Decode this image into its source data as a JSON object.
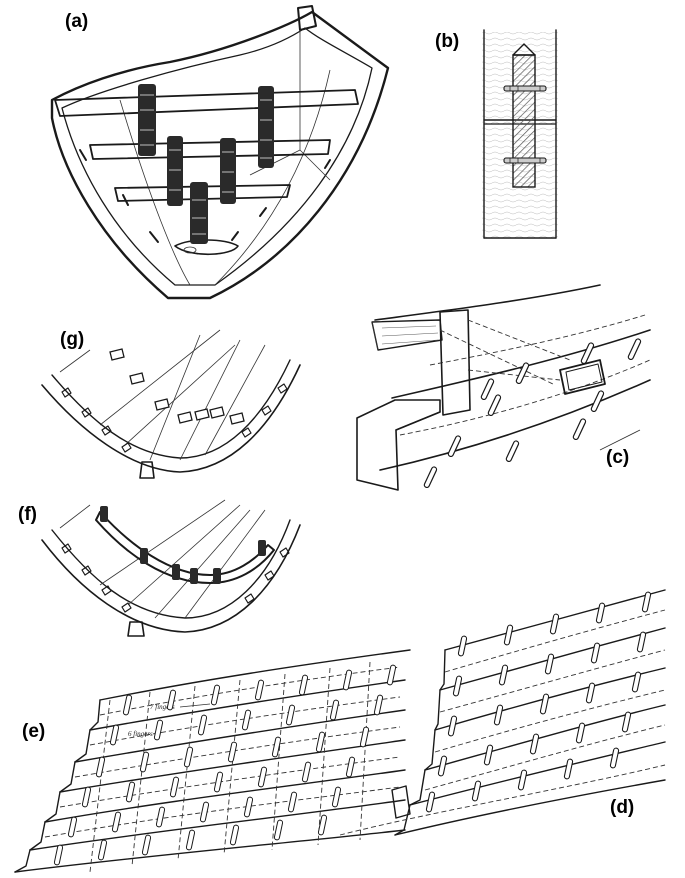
{
  "figure": {
    "panels": [
      {
        "id": "a",
        "label": "(a)"
      },
      {
        "id": "b",
        "label": "(b)"
      },
      {
        "id": "c",
        "label": "(c)"
      },
      {
        "id": "d",
        "label": "(d)"
      },
      {
        "id": "e",
        "label": "(e)"
      },
      {
        "id": "f",
        "label": "(f)"
      },
      {
        "id": "g",
        "label": "(g)"
      }
    ],
    "annotations": {
      "e_note_1": "7 fingers",
      "e_note_2": "6 fingers"
    },
    "colors": {
      "ink": "#1a1a1a",
      "hatch": "#555555",
      "wood_light": "#f4f4f4"
    }
  }
}
